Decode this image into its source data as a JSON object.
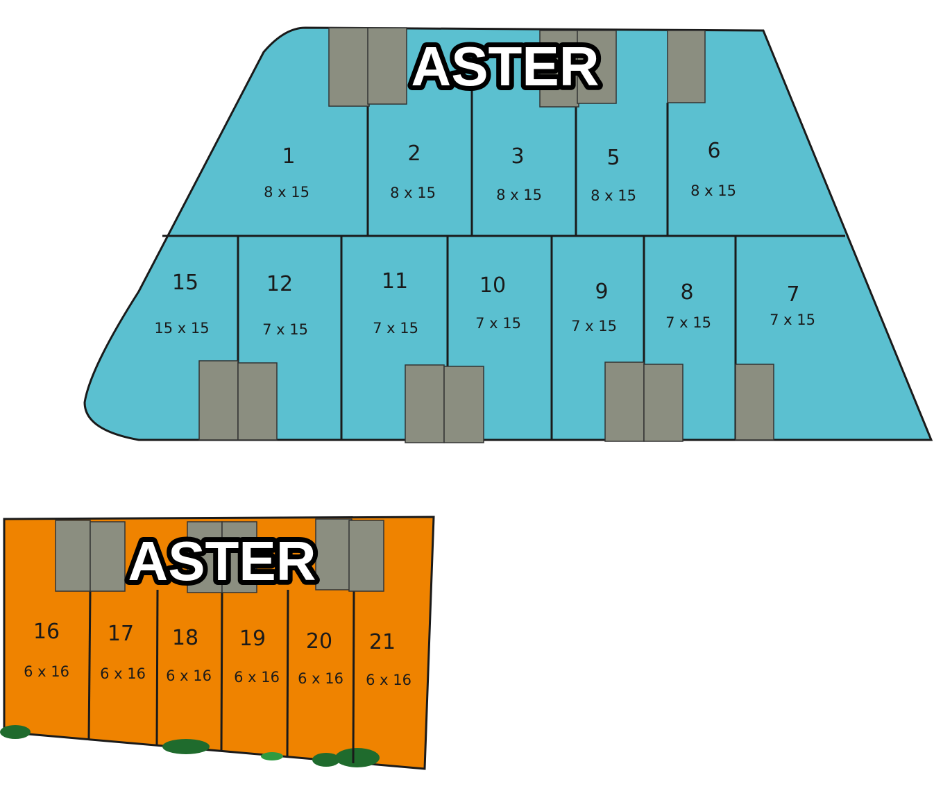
{
  "colors": {
    "block_a_fill": "#5bc0d0",
    "block_b_fill": "#ef8300",
    "house_fill": "#8b8e80",
    "line": "#1a1a1a",
    "tree": "#1f6b2d"
  },
  "block_a": {
    "title": "ASTER",
    "plots": [
      {
        "number": "1",
        "size": "8 x 15"
      },
      {
        "number": "2",
        "size": "8 x 15"
      },
      {
        "number": "3",
        "size": "8 x 15"
      },
      {
        "number": "5",
        "size": "8 x 15"
      },
      {
        "number": "6",
        "size": "8 x 15"
      },
      {
        "number": "15",
        "size": "15 x 15"
      },
      {
        "number": "12",
        "size": "7 x 15"
      },
      {
        "number": "11",
        "size": "7 x 15"
      },
      {
        "number": "10",
        "size": "7 x 15"
      },
      {
        "number": "9",
        "size": "7 x 15"
      },
      {
        "number": "8",
        "size": "7 x 15"
      },
      {
        "number": "7",
        "size": "7 x 15"
      }
    ]
  },
  "block_b": {
    "title": "ASTER",
    "plots": [
      {
        "number": "16",
        "size": "6 x 16"
      },
      {
        "number": "17",
        "size": "6 x 16"
      },
      {
        "number": "18",
        "size": "6 x 16"
      },
      {
        "number": "19",
        "size": "6 x 16"
      },
      {
        "number": "20",
        "size": "6 x 16"
      },
      {
        "number": "21",
        "size": "6 x 16"
      }
    ]
  }
}
